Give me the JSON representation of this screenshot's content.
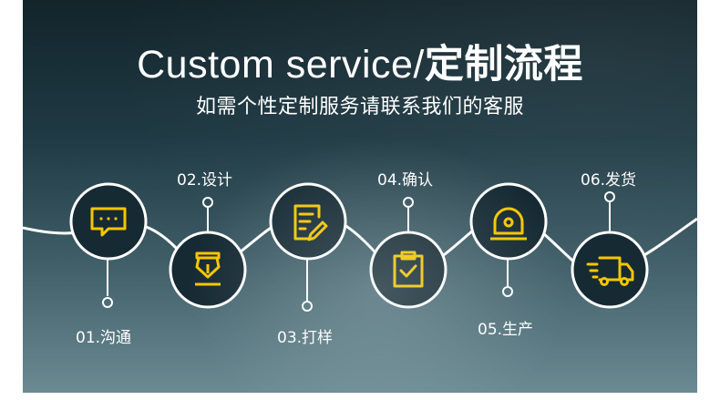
{
  "header": {
    "title_en": "Custom service/",
    "title_cn": "定制流程",
    "subtitle": "如需个性定制服务请联系我们的客服"
  },
  "colors": {
    "accent": "#f7c600",
    "circle_fill": "#162a33",
    "line": "#ffffff"
  },
  "steps": [
    {
      "label": "01.沟通",
      "icon": "chat-bubble-icon"
    },
    {
      "label": "02.设计",
      "icon": "fountain-pen-icon"
    },
    {
      "label": "03.打样",
      "icon": "document-edit-icon"
    },
    {
      "label": "04.确认",
      "icon": "clipboard-check-icon"
    },
    {
      "label": "05.生产",
      "icon": "alarm-lamp-icon"
    },
    {
      "label": "06.发货",
      "icon": "delivery-truck-icon"
    }
  ]
}
